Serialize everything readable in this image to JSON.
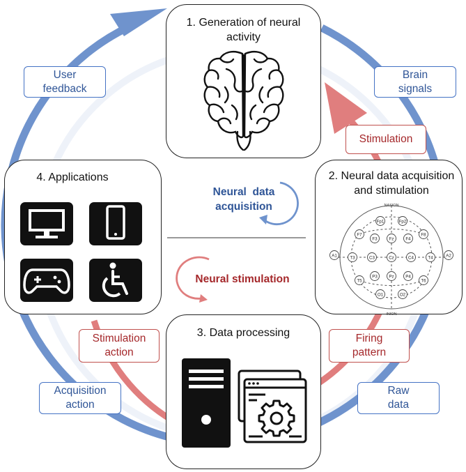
{
  "colors": {
    "blue": "#4472c4",
    "blue_text": "#2f5597",
    "red": "#c0504d",
    "red_text": "#a5282b",
    "light_blue": "#dce6f4",
    "light_red": "#f6d9d9"
  },
  "boxes": {
    "generation": {
      "line1": "1. Generation of neural",
      "line2": "activity",
      "icon": "brain-icon"
    },
    "acquisition": {
      "line1": "2. Neural data acquisition",
      "line2": "and stimulation",
      "icon": "eeg-10-20-diagram"
    },
    "processing": {
      "line1": "3. Data processing",
      "icon": "computer-settings-icon"
    },
    "applications": {
      "line1": "4. Applications",
      "icons": [
        "monitor-icon",
        "tablet-icon",
        "gamepad-icon",
        "wheelchair-icon"
      ]
    }
  },
  "outer_labels": {
    "user_feedback": {
      "line1": "User",
      "line2": "feedback"
    },
    "brain_signals": {
      "line1": "Brain",
      "line2": "signals"
    },
    "raw_data": {
      "line1": "Raw",
      "line2": "data"
    },
    "acquisition_action": {
      "line1": "Acquisition",
      "line2": "action"
    }
  },
  "inner_labels": {
    "stimulation": {
      "line1": "Stimulation"
    },
    "firing_pattern": {
      "line1": "Firing",
      "line2": "pattern"
    },
    "stimulation_action": {
      "line1": "Stimulation",
      "line2": "action"
    }
  },
  "center": {
    "neural_acquisition": {
      "line1": "Neural  data",
      "line2": "acquisition"
    },
    "neural_stimulation": {
      "line1": "Neural stimulation"
    }
  },
  "eeg": {
    "nasion": "NASION",
    "inion": "INION",
    "electrodes": [
      {
        "id": "fp1",
        "label": "Fp1"
      },
      {
        "id": "fp2",
        "label": "Fp2"
      },
      {
        "id": "f7",
        "label": "F7"
      },
      {
        "id": "f3",
        "label": "F3"
      },
      {
        "id": "fz",
        "label": "Fz"
      },
      {
        "id": "f4",
        "label": "F4"
      },
      {
        "id": "f8",
        "label": "F8"
      },
      {
        "id": "a1",
        "label": "A1"
      },
      {
        "id": "t3",
        "label": "T3"
      },
      {
        "id": "c3",
        "label": "C3"
      },
      {
        "id": "cz",
        "label": "Cz"
      },
      {
        "id": "c4",
        "label": "C4"
      },
      {
        "id": "t4",
        "label": "T4"
      },
      {
        "id": "a2",
        "label": "A2"
      },
      {
        "id": "t5",
        "label": "T5"
      },
      {
        "id": "p3",
        "label": "P3"
      },
      {
        "id": "pz",
        "label": "Pz"
      },
      {
        "id": "p4",
        "label": "P4"
      },
      {
        "id": "t6",
        "label": "T6"
      },
      {
        "id": "o1",
        "label": "O1"
      },
      {
        "id": "o2",
        "label": "O2"
      }
    ]
  }
}
